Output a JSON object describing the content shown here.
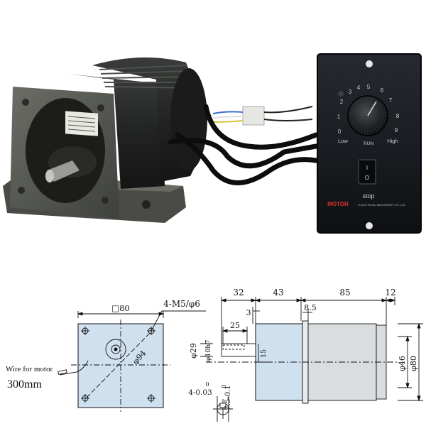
{
  "photo": {
    "controller": {
      "dial_numbers": [
        "0",
        "1",
        "2",
        "3",
        "4",
        "5",
        "6",
        "7",
        "8",
        "9"
      ],
      "label_low": "Low",
      "label_run": "RUN",
      "label_high": "High",
      "switch_on_mark": "I",
      "switch_off_mark": "O",
      "label_stop": "stop",
      "brand": "MOTOR",
      "brand_sub": "ELECTRICAL MACHINERY CO.,LTD",
      "colors": {
        "panel": "#15171b",
        "brand": "#d8342b",
        "text": "#c9ccd1"
      }
    }
  },
  "drawing": {
    "front": {
      "square_size": "□80",
      "hole_spec": "4-M5/φ6",
      "circle_dia": "φ94",
      "wire_label_line1": "Wire for motor",
      "wire_label_line2": "300mm",
      "fill_color": "#cfe0ef"
    },
    "side": {
      "dim_32": "32",
      "dim_43": "43",
      "dim_85": "85",
      "dim_12": "12",
      "dim_3": "3",
      "dim_8_5": "8.5",
      "dim_25": "25",
      "shaft_dia": "φ29",
      "shaft_tol": "φ10h7",
      "key_dim": "15",
      "dia_46": "φ46",
      "dia_80": "φ80",
      "key_width": "4-0.03",
      "key_width_zero": "0",
      "key_depth": "7.5-0.1",
      "key_depth_zero": "0",
      "body_fill": "#cfe0ef",
      "motor_fill": "#dadde0"
    }
  }
}
